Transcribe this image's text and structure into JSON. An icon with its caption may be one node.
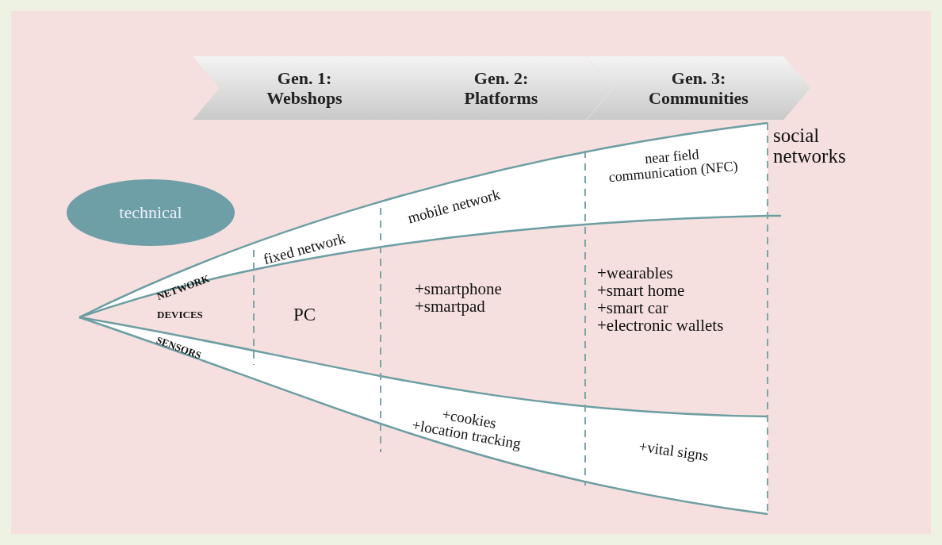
{
  "diagram": {
    "nodes": [
      {
        "text": [
          "Gen. 1: Webshops"
        ]
      },
      {
        "text": [
          "Gen. 2: Platforms"
        ]
      },
      {
        "text": [
          "Gen. 3: Communities"
        ]
      },
      {
        "text": [
          "technical"
        ]
      }
    ],
    "labels": [
      "social networks",
      "near field communication (NFC)",
      "mobile network",
      "fixed network",
      "NETWORK",
      "DEVICES",
      "PC",
      "+smartphone +smartpad",
      "+wearables +smart home +smart car +electronic wallets",
      "SENSORS",
      "+cookies +location tracking",
      "+vital signs"
    ]
  }
}
